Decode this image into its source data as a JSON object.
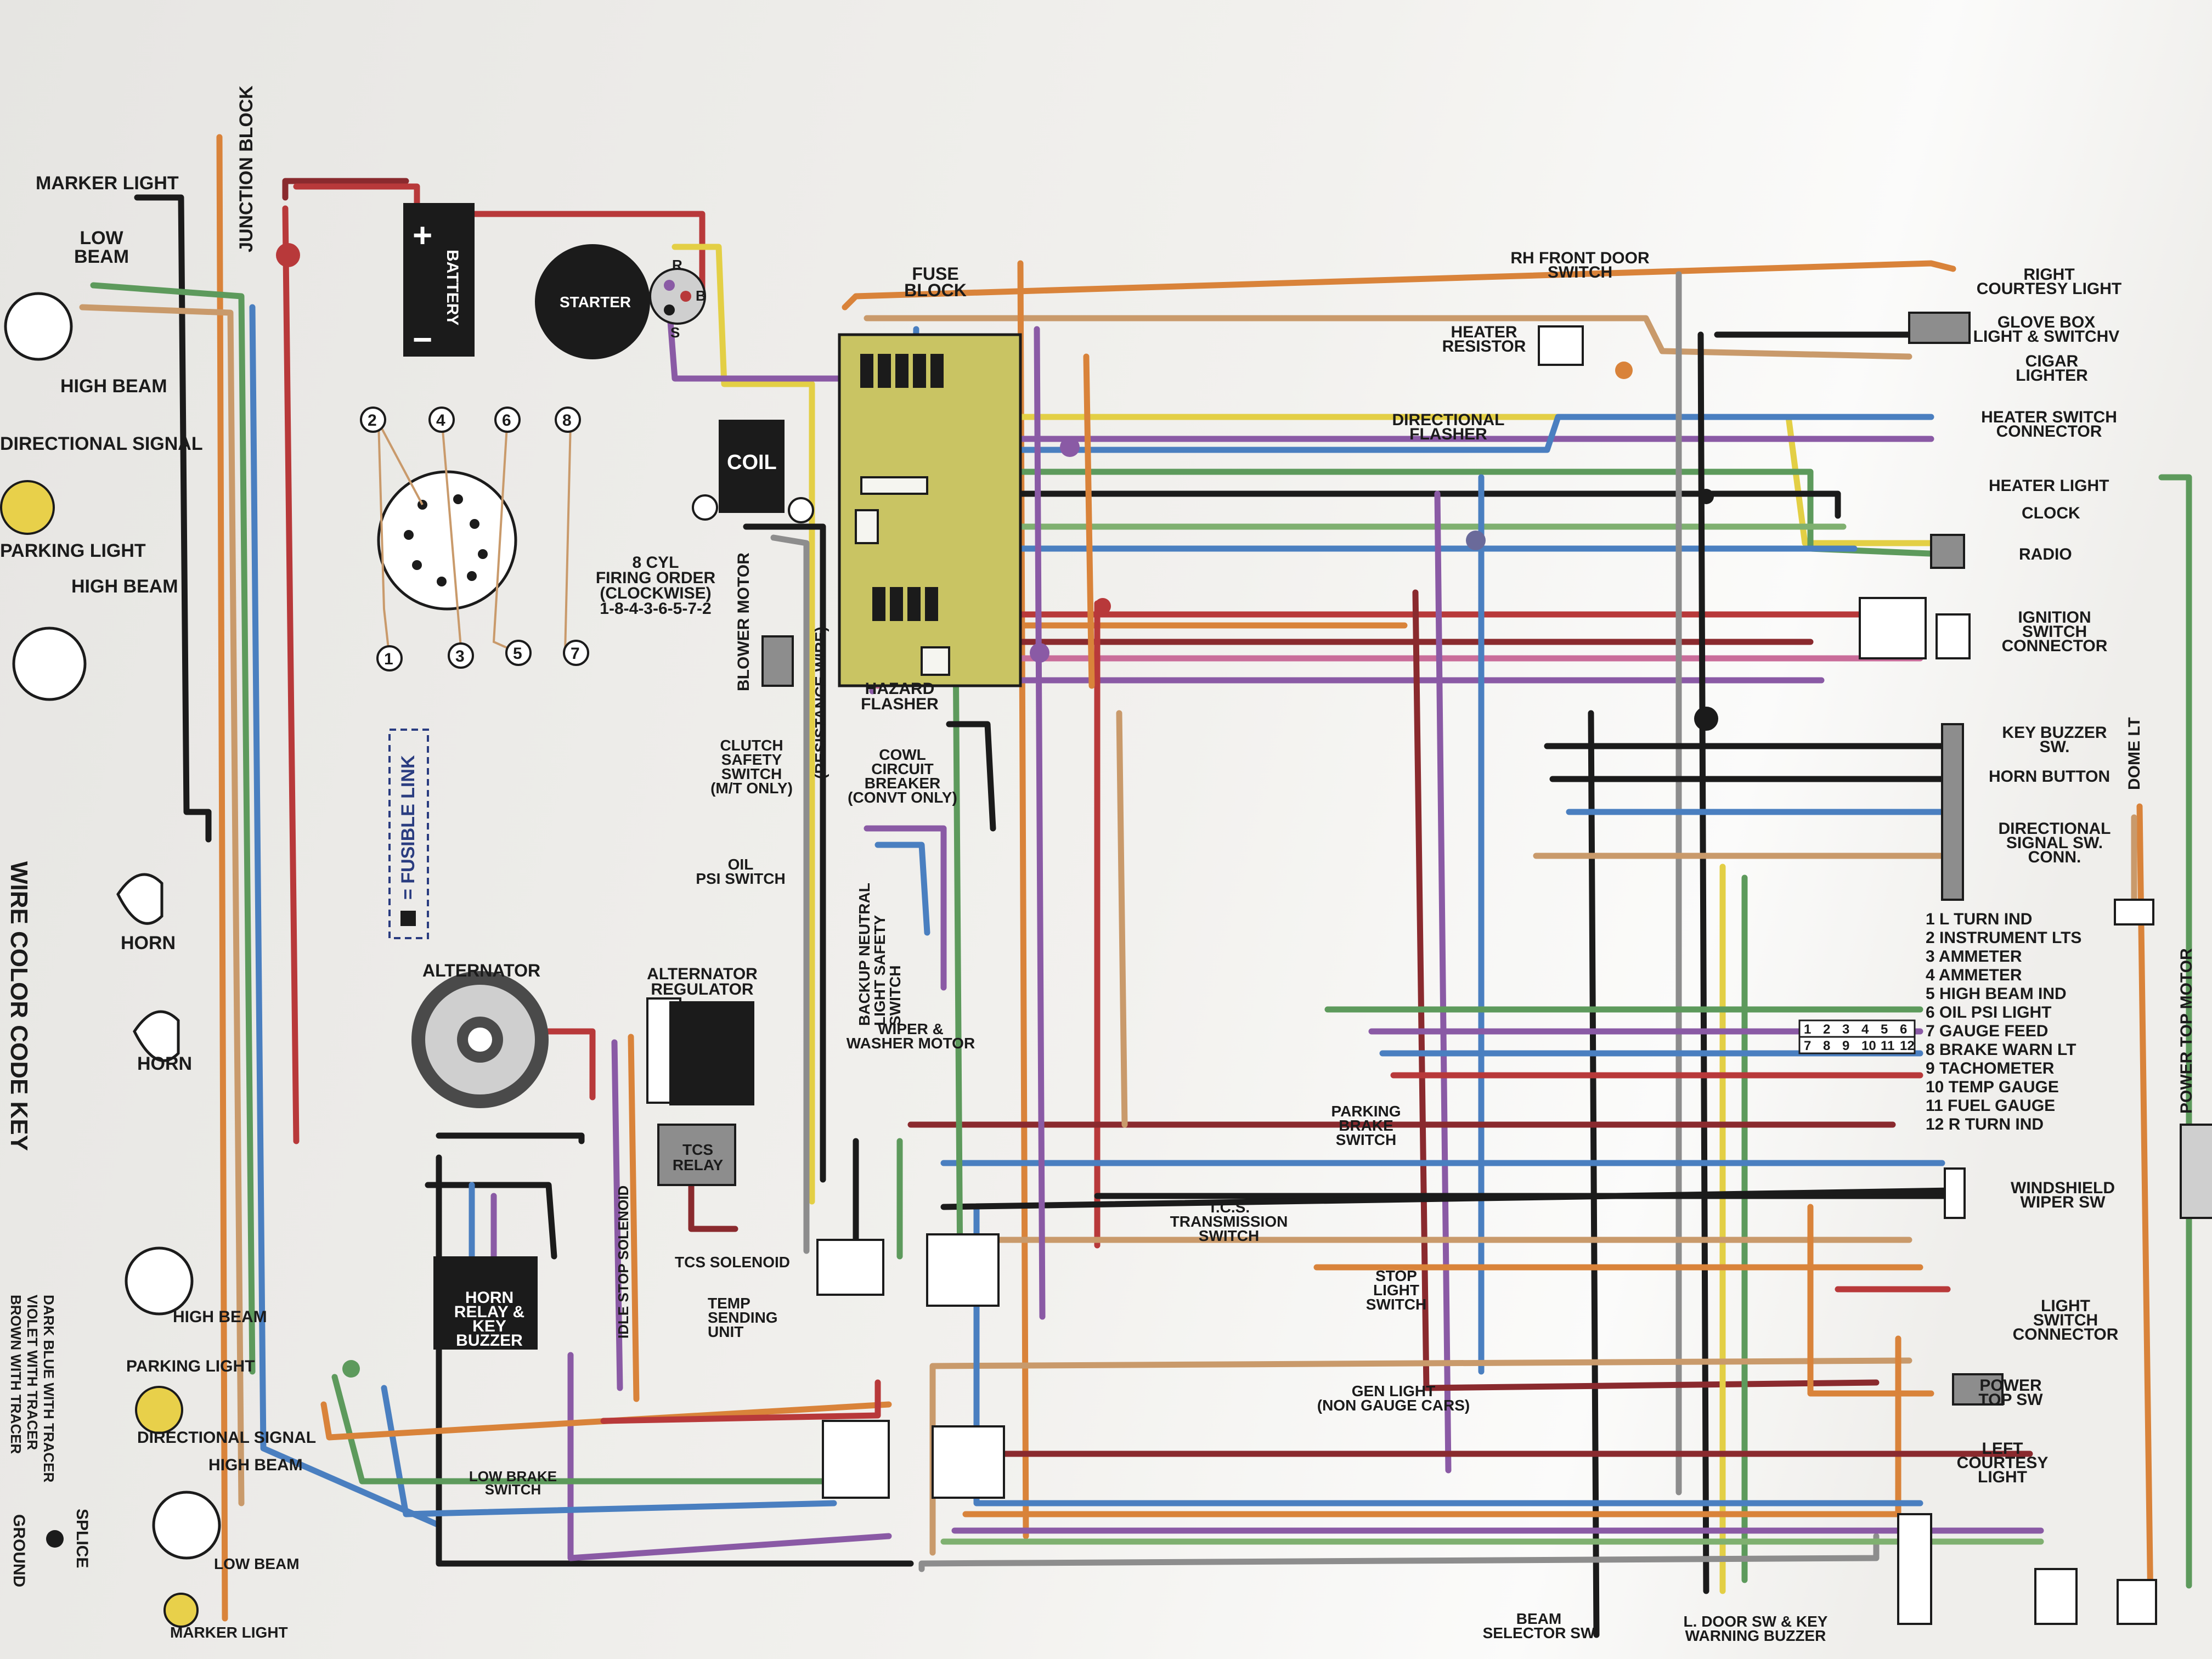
{
  "colors": {
    "red": "#b8393a",
    "dark_red": "#8a2a2e",
    "orange": "#d9833a",
    "tan": "#c99a6b",
    "yellow": "#e3cf45",
    "green": "#5d9a5c",
    "light_green": "#7fb070",
    "blue": "#4a7fc0",
    "light_blue": "#7ea6d8",
    "purple": "#8a5aa5",
    "pink": "#c96d9a",
    "black": "#1b1b1b",
    "gray": "#8d8d8d",
    "brown": "#8a5a3a",
    "fuse_block": "#c9c463"
  },
  "labels": {
    "marker_light_top": "MARKER LIGHT",
    "low_beam_top": "LOW BEAM",
    "high_beam_top": "HIGH BEAM",
    "directional_signal_top": "DIRECTIONAL SIGNAL",
    "parking_light_top": "PARKING LIGHT",
    "high_beam_2": "HIGH BEAM",
    "junction_block": "JUNCTION BLOCK",
    "battery": "BATTERY",
    "starter": "STARTER",
    "starter_r": "R",
    "starter_b": "B",
    "starter_s": "S",
    "coil": "COIL",
    "firing_order": [
      "8 CYL",
      "FIRING ORDER",
      "(CLOCKWISE)",
      "1-8-4-3-6-5-7-2"
    ],
    "fusible_link": "= FUSIBLE LINK",
    "wire_color_code_key": "WIRE COLOR CODE KEY",
    "horn_1": "HORN",
    "horn_2": "HORN",
    "alternator": "ALTERNATOR",
    "alternator_regulator": "ALTERNATOR REGULATOR",
    "blower_motor": "BLOWER MOTOR",
    "resistance_wire": "(RESISTANCE WIRE)",
    "fuse_block": "FUSE BLOCK",
    "hazard_flasher": "HAZARD FLASHER",
    "clutch_safety": [
      "CLUTCH",
      "SAFETY",
      "SWITCH",
      "(M/T ONLY)"
    ],
    "cowl_breaker": [
      "COWL",
      "CIRCUIT",
      "BREAKER",
      "(CONVT ONLY)"
    ],
    "oil_psi_switch": [
      "OIL",
      "PSI SWITCH"
    ],
    "backup_neutral": [
      "BACKUP NEUTRAL",
      "LIGHT SAFETY",
      "SWITCH"
    ],
    "wiper_washer": [
      "WIPER &",
      "WASHER MOTOR"
    ],
    "tcs_relay": "TCS RELAY",
    "tcs_solenoid": "TCS SOLENOID",
    "temp_sending": [
      "TEMP",
      "SENDING",
      "UNIT"
    ],
    "idle_stop": "IDLE STOP SOLENOID",
    "horn_relay": [
      "HORN",
      "RELAY &",
      "KEY",
      "BUZZER"
    ],
    "low_brake": [
      "LOW BRAKE",
      "SWITCH"
    ],
    "high_beam_bottom": "HIGH BEAM",
    "parking_light_bottom": "PARKING LIGHT",
    "directional_signal_bottom": "DIRECTIONAL SIGNAL",
    "high_beam_bottom2": "HIGH BEAM",
    "low_beam_bottom": "LOW BEAM",
    "marker_light_bottom": "MARKER LIGHT",
    "legend_lines": [
      "DARK BLUE WITH TRACER",
      "VIOLET WITH TRACER",
      "BROWN WITH TRACER"
    ],
    "splice": "SPLICE",
    "ground": "GROUND",
    "rh_front_door": [
      "RH FRONT DOOR",
      "SWITCH"
    ],
    "heater_resistor": [
      "HEATER",
      "RESISTOR"
    ],
    "directional_flasher": [
      "DIRECTIONAL",
      "FLASHER"
    ],
    "right_courtesy": [
      "RIGHT",
      "COURTESY LIGHT"
    ],
    "glove_box": [
      "GLOVE BOX",
      "LIGHT & SWITCHV"
    ],
    "cigar_lighter": [
      "CIGAR",
      "LIGHTER"
    ],
    "heater_switch": [
      "HEATER SWITCH",
      "CONNECTOR"
    ],
    "heater_light": "HEATER LIGHT",
    "clock": "CLOCK",
    "radio": "RADIO",
    "ignition_switch": [
      "IGNITION",
      "SWITCH",
      "CONNECTOR"
    ],
    "key_buzzer": [
      "KEY BUZZER",
      "SW."
    ],
    "horn_button": "HORN BUTTON",
    "dome_lt": "DOME LT",
    "directional_sw_conn": [
      "DIRECTIONAL",
      "SIGNAL SW.",
      "CONN."
    ],
    "gauge_list": [
      "1 L TURN IND",
      "2 INSTRUMENT LTS",
      "3 AMMETER",
      "4 AMMETER",
      "5 HIGH BEAM IND",
      "6 OIL PSI LIGHT",
      "7 GAUGE FEED",
      "8 BRAKE WARN LT",
      "9 TACHOMETER",
      "10 TEMP GAUGE",
      "11 FUEL GAUGE",
      "12 R TURN IND"
    ],
    "power_top_motor": "POWER TOP MOTOR",
    "parking_brake": [
      "PARKING",
      "BRAKE",
      "SWITCH"
    ],
    "tcs_transmission": [
      "T.C.S.",
      "TRANSMISSION",
      "SWITCH"
    ],
    "windshield_wiper": [
      "WINDSHIELD",
      "WIPER SW"
    ],
    "stop_light": [
      "STOP",
      "LIGHT",
      "SWITCH"
    ],
    "light_switch": [
      "LIGHT",
      "SWITCH",
      "CONNECTOR"
    ],
    "gen_light": [
      "GEN LIGHT",
      "(NON GAUGE CARS)"
    ],
    "power_top_sw": [
      "POWER",
      "TOP SW"
    ],
    "left_courtesy": [
      "LEFT",
      "COURTESY",
      "LIGHT"
    ],
    "beam_selector": [
      "BEAM",
      "SELECTOR SW"
    ],
    "l_door_sw": [
      "L. DOOR SW & KEY",
      "WARNING BUZZER"
    ]
  }
}
